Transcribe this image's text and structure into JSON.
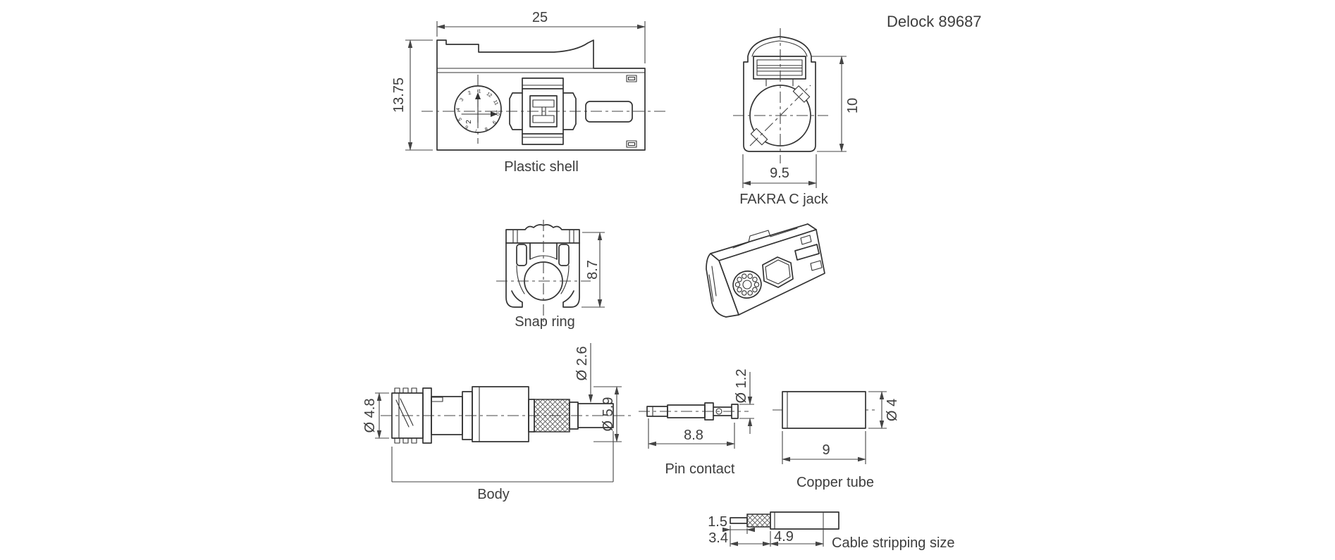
{
  "title": "Delock 89687",
  "colors": {
    "line": "#333333",
    "text": "#3d3d3d",
    "background": "#ffffff"
  },
  "views": {
    "plastic_shell": {
      "label": "Plastic shell",
      "dim_width": "25",
      "dim_height": "13.75",
      "dial": {
        "numbers": [
          "1",
          "2",
          "3",
          "4",
          "5",
          "6",
          "7",
          "8",
          "9",
          "10",
          "11",
          "12"
        ],
        "pointer": "2"
      }
    },
    "fakra_jack": {
      "label": "FAKRA C jack",
      "dim_width": "9.5",
      "dim_height": "10"
    },
    "snap_ring": {
      "label": "Snap ring",
      "dim_height": "8.7"
    },
    "body": {
      "label": "Body",
      "dim_outer_diameter": "Ø 4.8",
      "dim_inner_diameter": "Ø 2.6",
      "dim_crimp_diameter": "Ø 5.9"
    },
    "pin_contact": {
      "label": "Pin contact",
      "dim_length": "8.8",
      "dim_diameter": "Ø 1.2"
    },
    "copper_tube": {
      "label": "Copper tube",
      "dim_length": "9",
      "dim_diameter": "Ø 4"
    },
    "cable_stripping": {
      "label": "Cable stripping size",
      "dim_conductor": "1.5",
      "dim_dielectric": "3.4",
      "dim_jacket": "4.9"
    }
  }
}
